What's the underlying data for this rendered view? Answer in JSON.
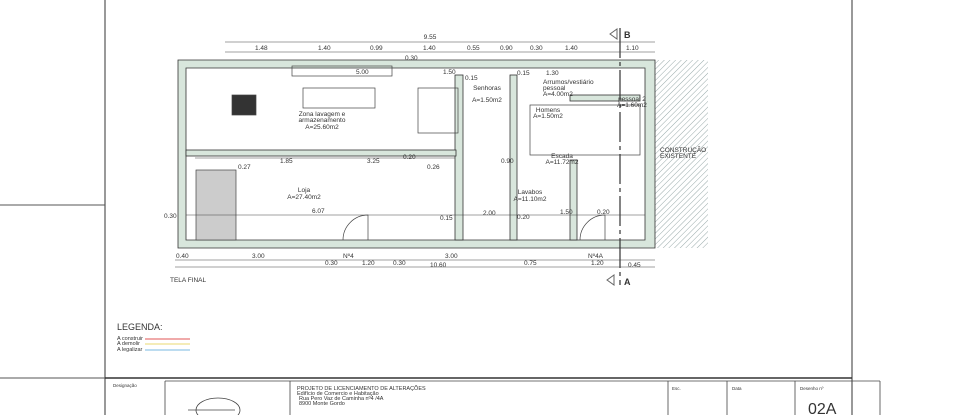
{
  "plan": {
    "section_marks": {
      "top": "B",
      "bottom": "A"
    },
    "top_total": "9.55",
    "top_dims": [
      "1.48",
      "1.40",
      "0.99",
      "1.40",
      "0.55",
      "0.90",
      "0.30",
      "1.40",
      "1.10"
    ],
    "inner_dims": [
      "5.00",
      "0.30",
      "1.50",
      "0.15",
      "0.15",
      "1.30",
      "1.85",
      "0.27",
      "3.25",
      "0.20",
      "0.26",
      "0.90",
      "6.07",
      "0.15",
      "2.00",
      "0.20",
      "1.50",
      "0.20",
      "0.30"
    ],
    "rooms": [
      {
        "name": "Zona lavagem e",
        "name2": "armazenamento",
        "area": "A=25.60m2"
      },
      {
        "name": "Loja",
        "area": "A=27.40m2"
      },
      {
        "name": "Lavabos",
        "area": "A=11.10m2"
      },
      {
        "name": "Escada",
        "area": "A=11.72m2"
      },
      {
        "name": "Arrumos/vestiário",
        "name2": "pessoal",
        "area": "A=4.00m2"
      },
      {
        "name": "Homens",
        "area": "A=1.50m2"
      },
      {
        "name": "Senhoras",
        "area": "A=1.50m2"
      },
      {
        "name": "pessoal 2",
        "area": "A=1.60m2"
      }
    ],
    "bottom_dims_row1": [
      "0.40",
      "3.00",
      "3.00"
    ],
    "doors": [
      "Nº4",
      "Nº4A"
    ],
    "bottom_dims_row2": [
      "0.30",
      "1.20",
      "0.30",
      "10.60",
      "0.75",
      "1.20",
      "0.45"
    ],
    "existing_label": "CONSTRUÇÃO",
    "existing_label2": "EXISTENTE",
    "title": "TELA FINAL"
  },
  "legend": {
    "title": "LEGENDA:",
    "items": [
      {
        "label": "A construir",
        "color": "#e05555"
      },
      {
        "label": "A demolir",
        "color": "#e8d870"
      },
      {
        "label": "A legalizar",
        "color": "#7ab8e0"
      }
    ]
  },
  "title_block": {
    "designation_label": "Designação",
    "project_lines": [
      "PROJETO DE LICENCIAMENTO DE ALTERAÇÕES",
      "Edifício de Comercio e Habitação",
      "Rua Pero Vaz de Caminha nº4 /4A",
      "8900 Monte Gordo"
    ],
    "scale_label": "Esc.",
    "date_label": "Data",
    "drawing_label": "Desenho nº",
    "drawing_number": "02A"
  },
  "colors": {
    "wall_fill": "#d8e6dc",
    "line": "#333333"
  }
}
